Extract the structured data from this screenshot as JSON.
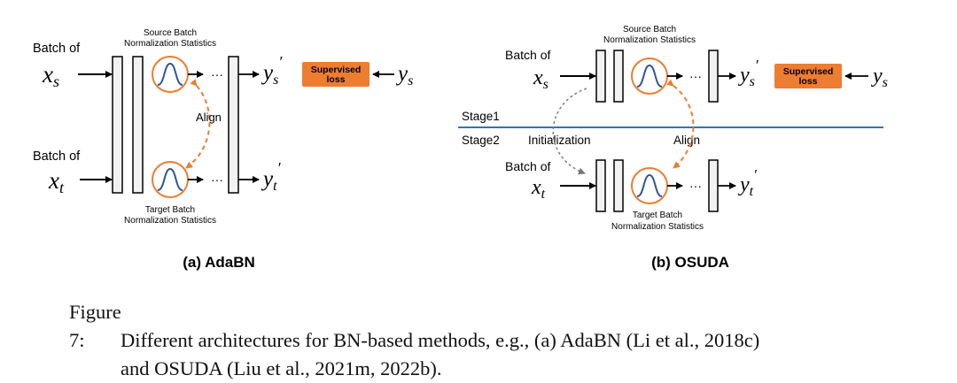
{
  "panel_a": {
    "source_stats": [
      "Source Batch",
      "Normalization Statistics"
    ],
    "target_stats": [
      "Target Batch",
      "Normalization Statistics"
    ],
    "batch_of": "Batch of",
    "xs_base": "x",
    "xs_sub": "s",
    "xt_base": "x",
    "xt_sub": "t",
    "ys_prime_base": "y",
    "ys_prime_sub": "s",
    "prime": "′",
    "yt_prime_base": "y",
    "yt_prime_sub": "t",
    "align": "Align",
    "supervised_loss": [
      "Supervised",
      "loss"
    ],
    "ys_base": "y",
    "ys_sub": "s",
    "dots": "···",
    "title": "(a) AdaBN"
  },
  "panel_b": {
    "source_stats": [
      "Source Batch",
      "Normalization Statistics"
    ],
    "target_stats": [
      "Target Batch",
      "Normalization Statistics"
    ],
    "batch_of": "Batch of",
    "stage1": "Stage1",
    "stage2": "Stage2",
    "initialization": "Initialization",
    "align": "Align",
    "supervised_loss": [
      "Supervised",
      "loss"
    ],
    "dots": "···",
    "title": "(b) OSUDA"
  },
  "caption": {
    "label": "Figure 7:",
    "line1": "Different architectures for BN-based methods, e.g., (a) AdaBN (Li et al., 2018c)",
    "line2": "and OSUDA (Liu et al., 2021m, 2022b)."
  },
  "colors": {
    "orange": "#ED7D31",
    "blue_curve": "#2E5597",
    "stage_line": "#2E75B6",
    "box_fill": "#F2F2F2"
  }
}
